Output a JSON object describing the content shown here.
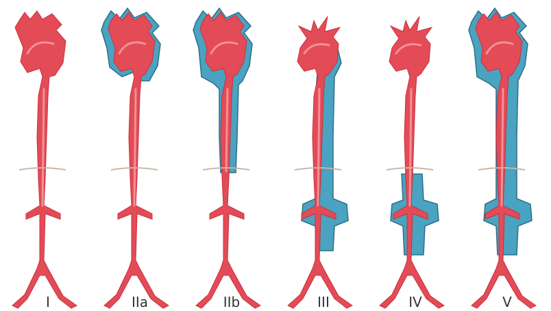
{
  "figure": {
    "types": [
      {
        "id": "I",
        "label": "I"
      },
      {
        "id": "IIa",
        "label": "IIa"
      },
      {
        "id": "IIb",
        "label": "IIb"
      },
      {
        "id": "III",
        "label": "III"
      },
      {
        "id": "IV",
        "label": "IV"
      },
      {
        "id": "V",
        "label": "V"
      }
    ]
  },
  "colors": {
    "aorta": "#e34b57",
    "dissection": "#4aa3c0",
    "diaphragm": "#c8b5a6"
  }
}
